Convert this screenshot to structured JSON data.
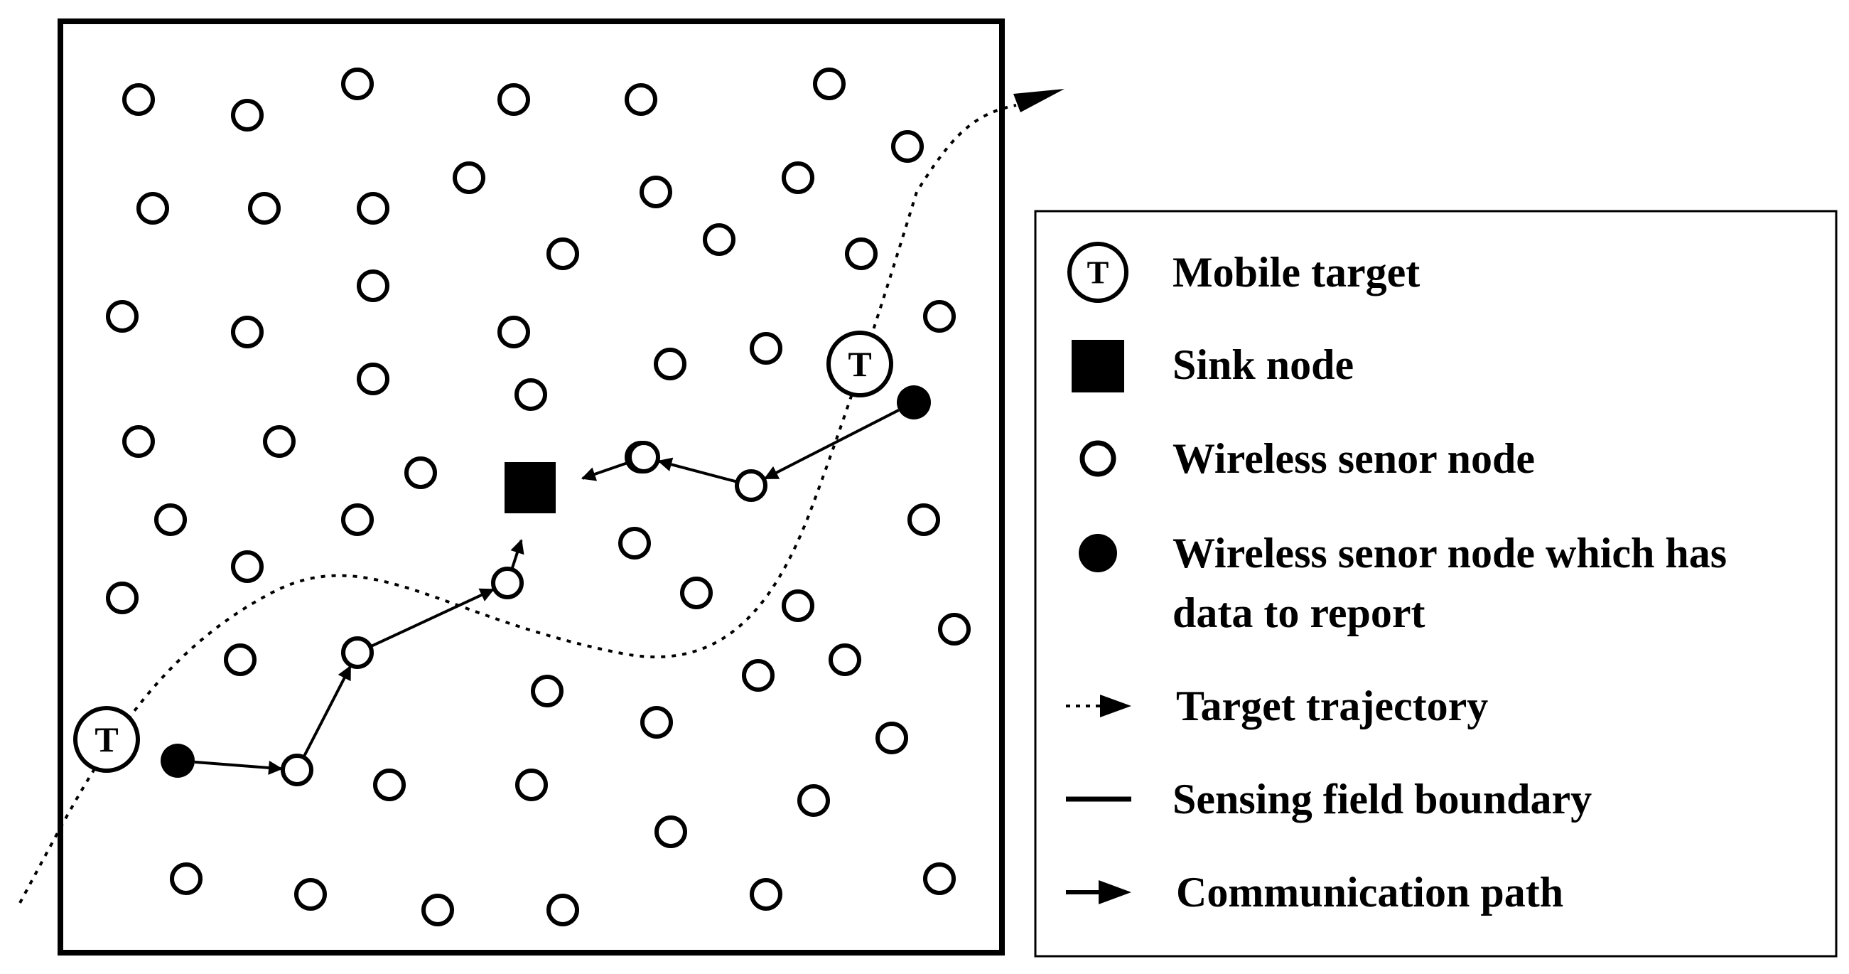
{
  "target_symbol": "T",
  "legend": {
    "mobile_target": "Mobile target",
    "sink_node": "Sink node",
    "wireless_sensor_node": "Wireless senor node",
    "reporting_node_line1": "Wireless senor node which has",
    "reporting_node_line2": "data to report",
    "target_trajectory": "Target trajectory",
    "field_boundary": "Sensing field boundary",
    "communication_path": "Communication path"
  }
}
